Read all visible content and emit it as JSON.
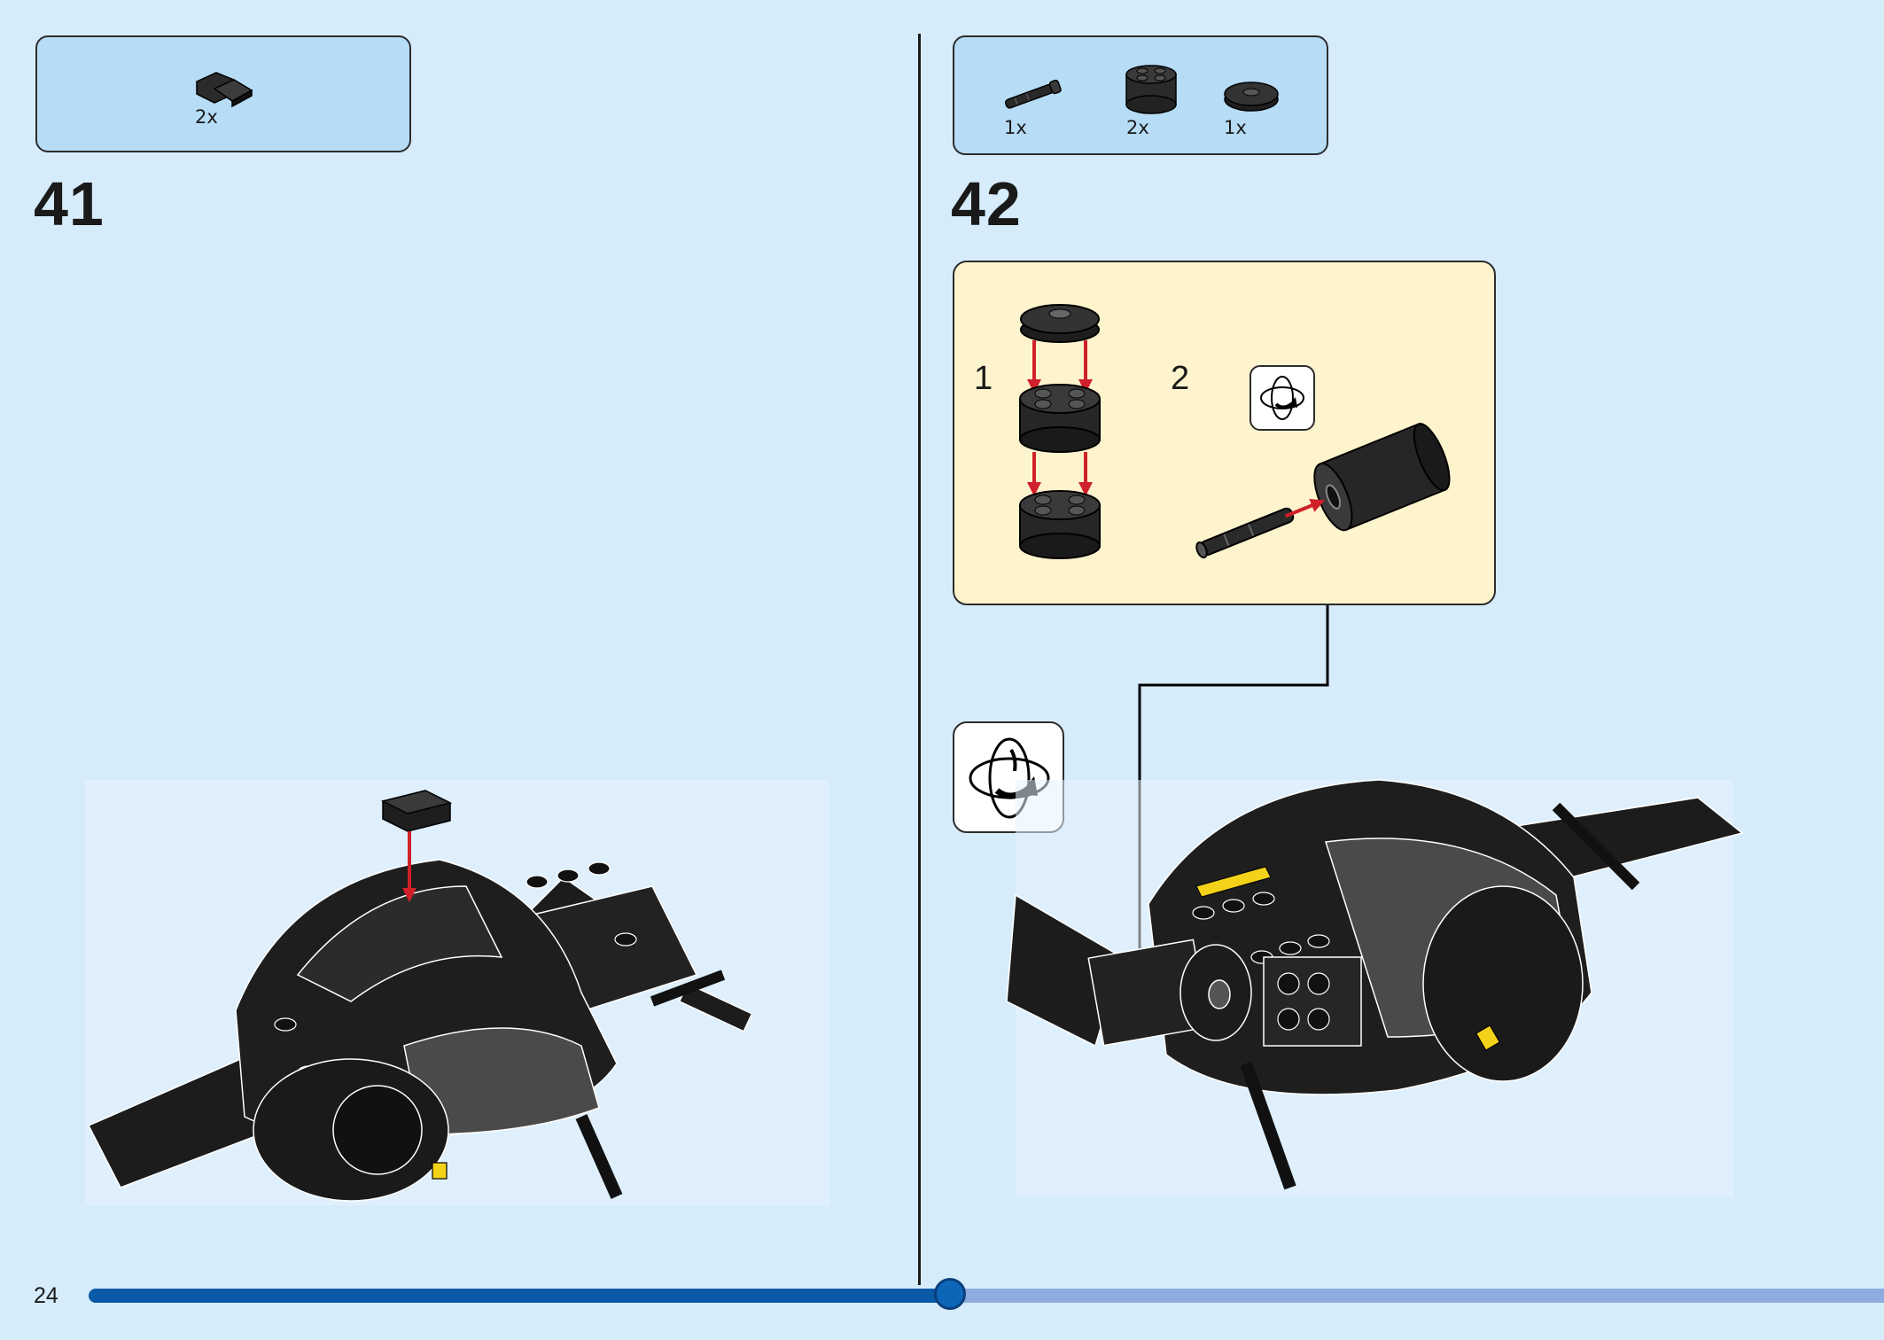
{
  "page_number": "24",
  "steps": [
    {
      "number": "41",
      "parts": [
        {
          "count": "2x",
          "name": "black-slope-brick"
        }
      ]
    },
    {
      "number": "42",
      "parts": [
        {
          "count": "1x",
          "name": "axle-pin"
        },
        {
          "count": "2x",
          "name": "round-brick-2x2"
        },
        {
          "count": "1x",
          "name": "round-plate-2x2"
        }
      ],
      "substeps": [
        {
          "number": "1"
        },
        {
          "number": "2"
        }
      ]
    }
  ],
  "progress": {
    "fraction": 0.48
  },
  "colors": {
    "background": "#d6ecfb",
    "parts_box": "#b6dcf6",
    "substep_box": "#fdf3cc",
    "arrow": "#d0202a",
    "progress_fill": "#0b5aa8",
    "progress_track": "#8eacdf",
    "brick": "#1e1e1e"
  }
}
